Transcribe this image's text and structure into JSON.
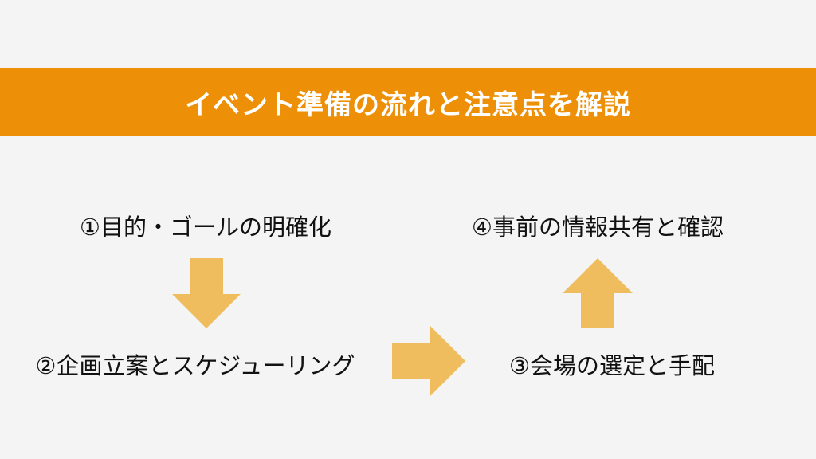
{
  "title": "イベント準備の流れと注意点を解説",
  "steps": [
    {
      "label": "①目的・ゴールの明確化"
    },
    {
      "label": "②企画立案とスケジューリング"
    },
    {
      "label": "③会場の選定と手配"
    },
    {
      "label": "④事前の情報共有と確認"
    }
  ],
  "colors": {
    "banner": "#ee9007",
    "arrow": "#f0bd5e",
    "background": "#f4f4f4"
  }
}
